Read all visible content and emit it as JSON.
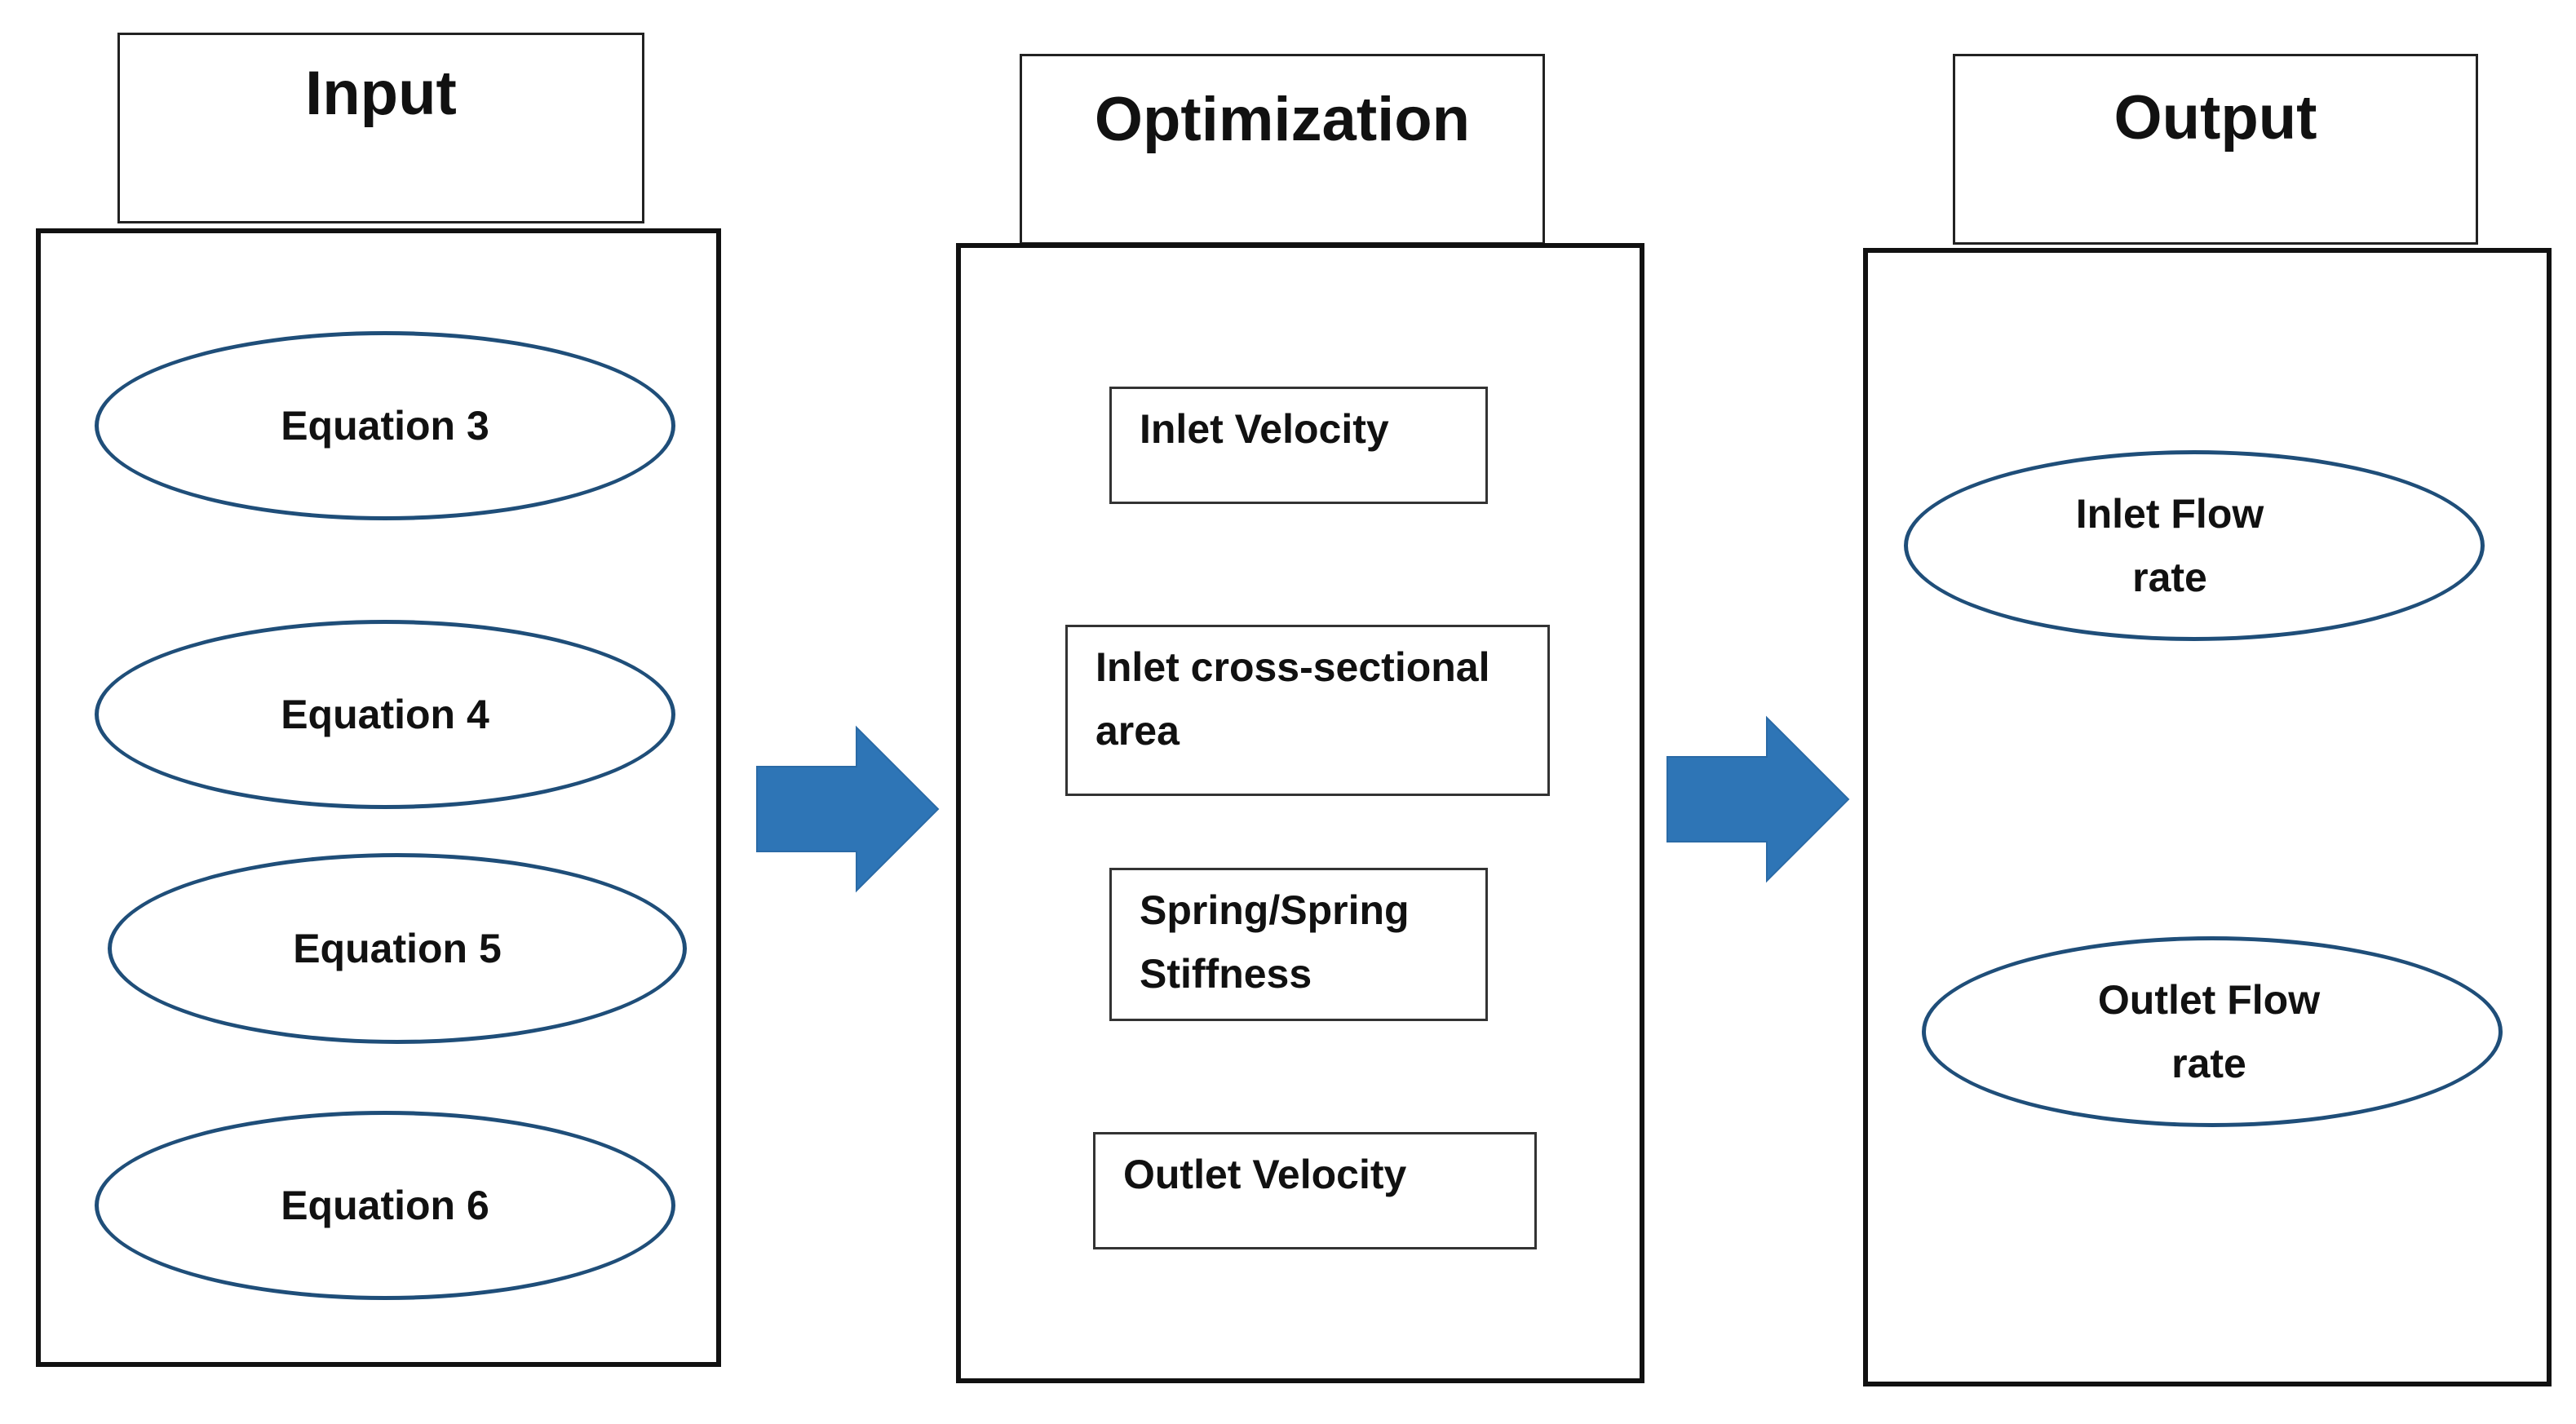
{
  "colors": {
    "arrow_fill": "#2e75b6",
    "oval_border": "#1f4e79",
    "panel_border": "#111111"
  },
  "columns": {
    "input": {
      "title": "Input",
      "items": [
        "Equation 3",
        "Equation 4",
        "Equation 5",
        "Equation 6"
      ]
    },
    "optimization": {
      "title": "Optimization",
      "items": [
        [
          "Inlet Velocity"
        ],
        [
          "Inlet cross-sectional",
          "area"
        ],
        [
          "Spring/Spring",
          "Stiffness"
        ],
        [
          "Outlet Velocity"
        ]
      ]
    },
    "output": {
      "title": "Output",
      "items": [
        [
          "Inlet Flow",
          "rate"
        ],
        [
          "Outlet Flow",
          "rate"
        ]
      ]
    }
  },
  "arrows": [
    {
      "from": "input",
      "to": "optimization",
      "icon": "right-arrow-icon"
    },
    {
      "from": "optimization",
      "to": "output",
      "icon": "right-arrow-icon"
    }
  ]
}
